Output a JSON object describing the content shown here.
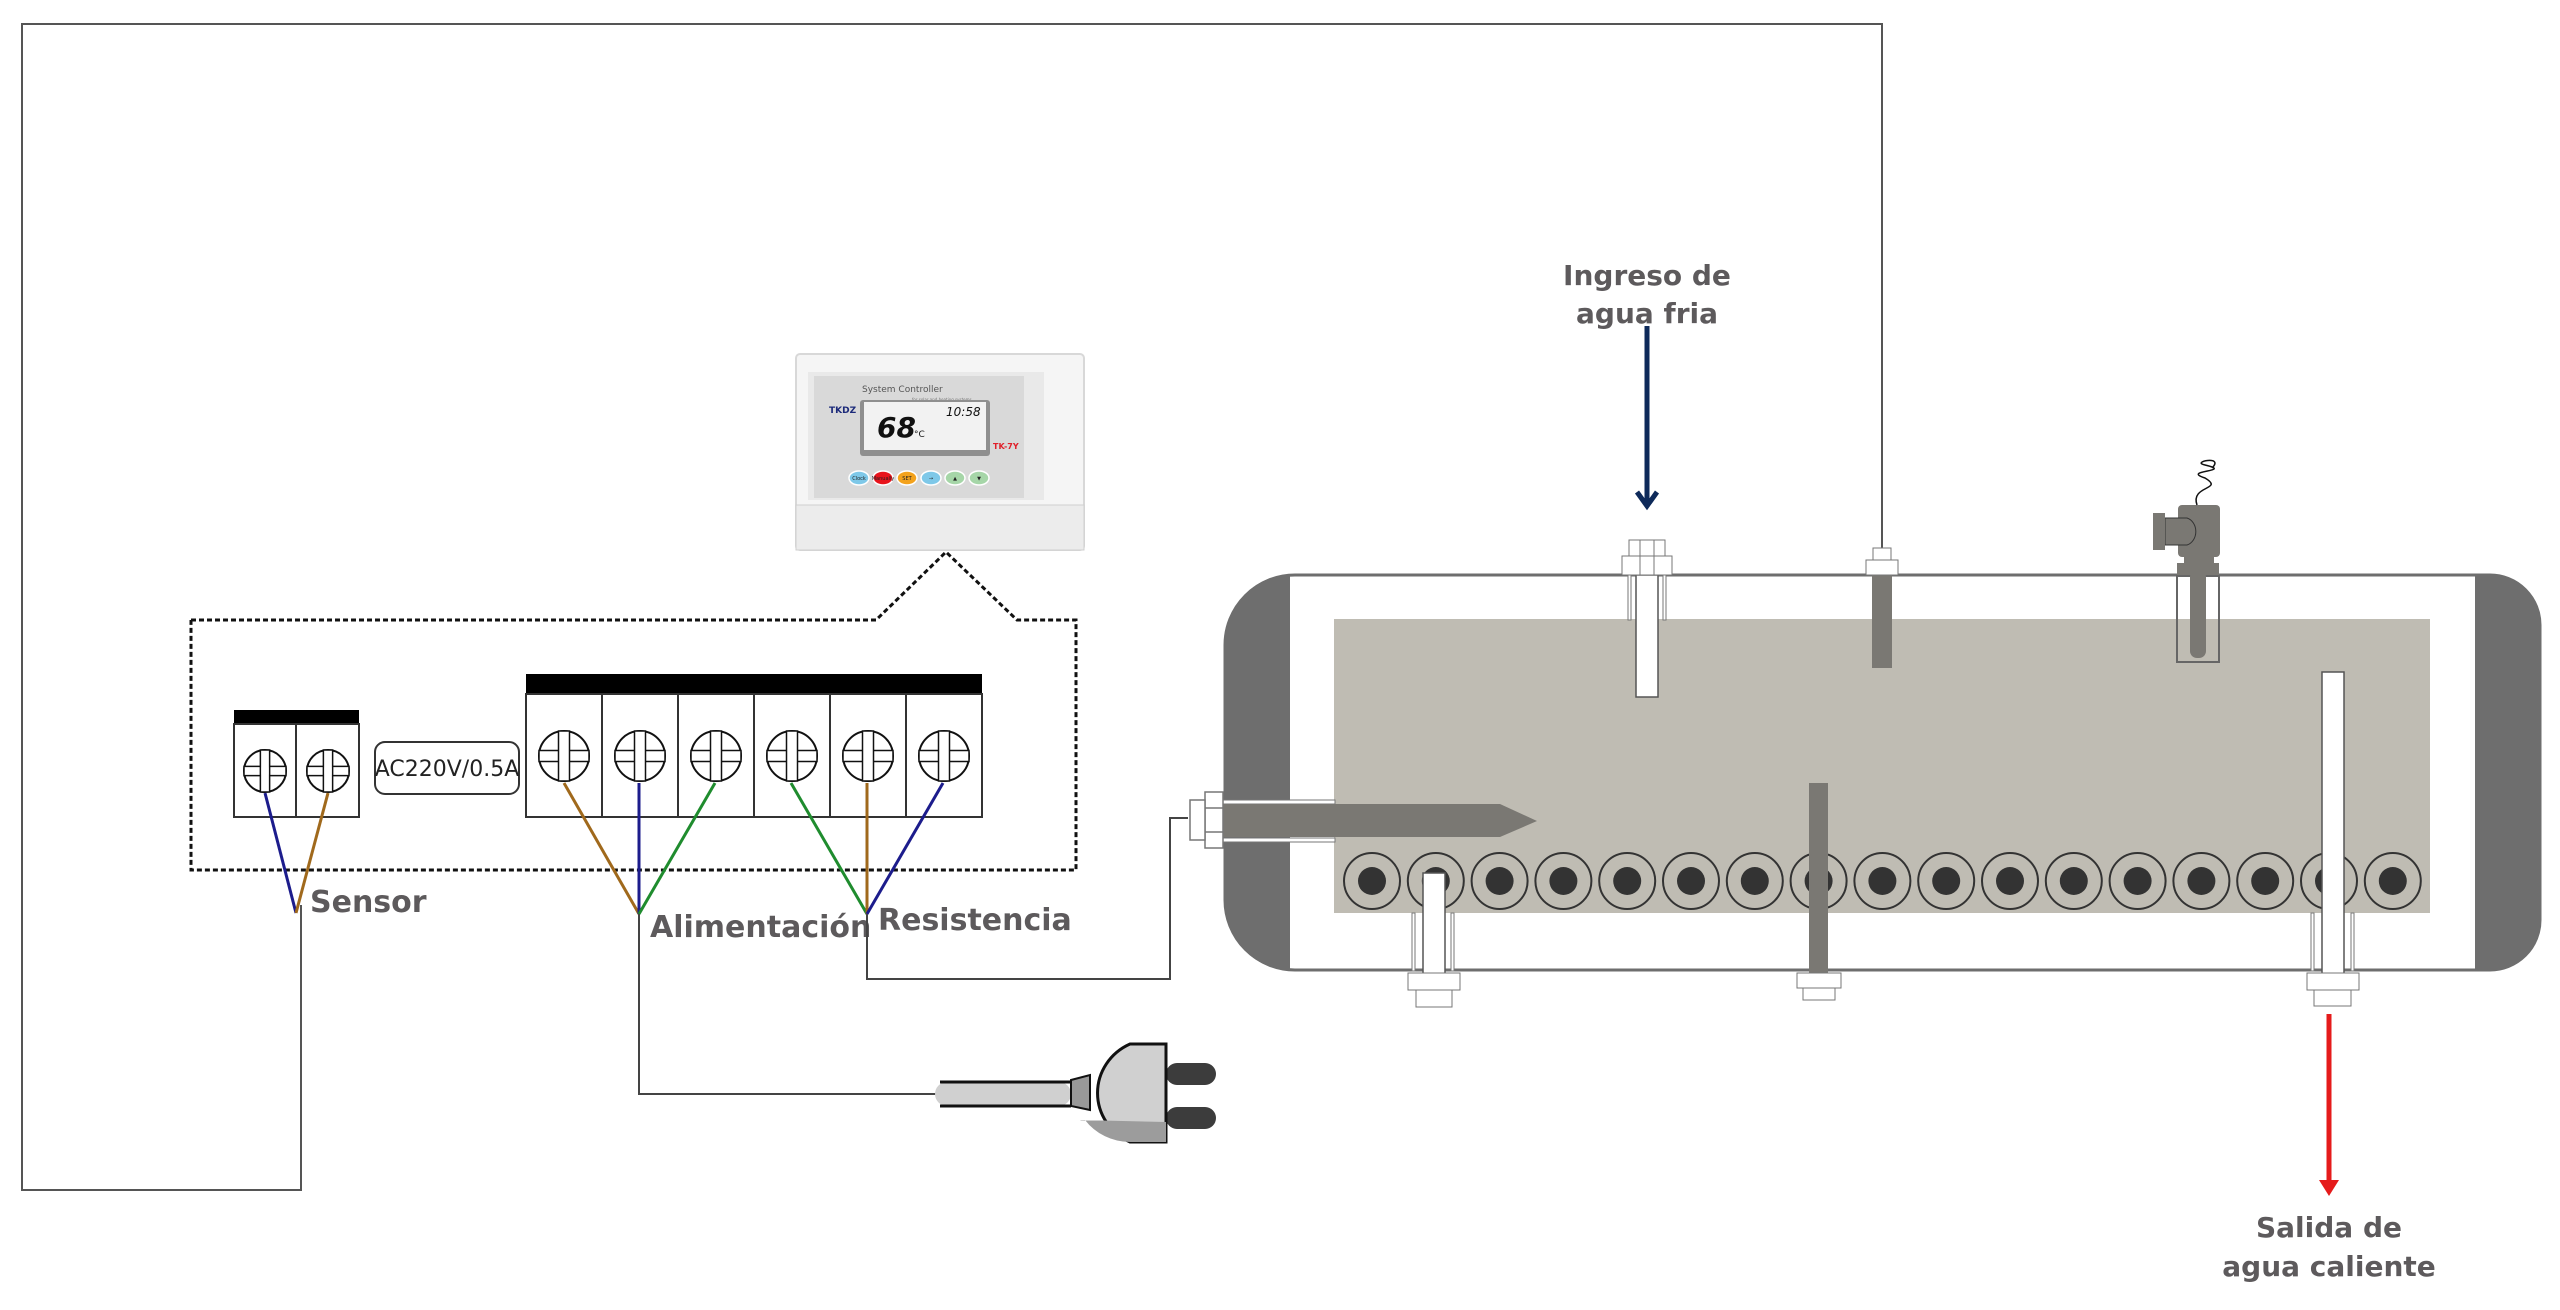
{
  "labels": {
    "sensor": "Sensor",
    "power": "Alimentación",
    "heater": "Resistencia",
    "rating": "AC220V/0.5A",
    "inlet_line1": "Ingreso de",
    "inlet_line2": "agua fria",
    "outlet_line1": "Salida de",
    "outlet_line2": "agua caliente"
  },
  "controller": {
    "title": "System Controller",
    "subtitle": "for solar and heating systems",
    "brand": "TKDZ",
    "model": "TK-7Y",
    "temperature": "68",
    "temperature_unit": "°C",
    "clock": "10:58",
    "buttons": [
      {
        "label": "Clock",
        "color": "#7ec8e8"
      },
      {
        "label": "Manually",
        "color": "#e8141c"
      },
      {
        "label": "SET",
        "color": "#f3a21c"
      },
      {
        "label": "→",
        "color": "#7ec8e8"
      },
      {
        "label": "▲",
        "color": "#a6d6a8"
      },
      {
        "label": "▼",
        "color": "#a6d6a8"
      }
    ]
  },
  "terminals": {
    "sensor_count": 2,
    "main_count": 6
  },
  "wire_colors": {
    "brown": "#a0691c",
    "blue": "#1c1c8c",
    "green": "#1f8c2e",
    "black": "#333333"
  },
  "tank": {
    "heat_pipe_count": 17,
    "water_color": "#bfbcb3",
    "shell_color": "#6e6e6e",
    "inlet_arrow_color": "#0e2a5a",
    "outlet_arrow_color": "#e51b1b"
  }
}
